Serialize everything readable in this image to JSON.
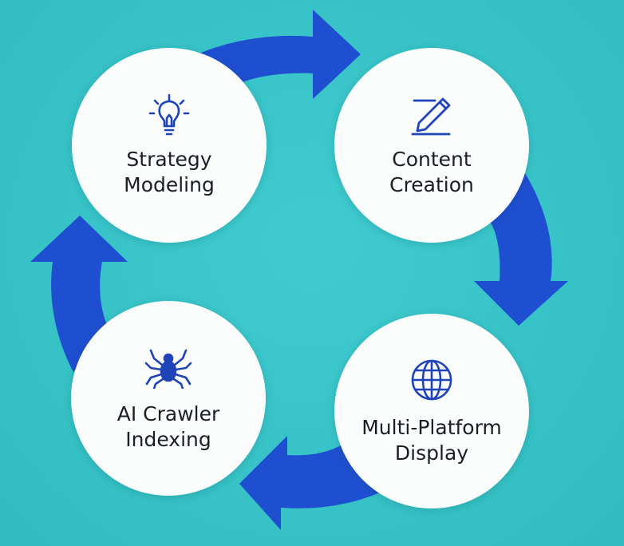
{
  "diagram": {
    "colors": {
      "background": "#38c4c8",
      "arrow": "#1f4fd1",
      "node_fill": "#fbfdfd",
      "icon": "#1f43b8",
      "text": "#1b1e24"
    },
    "nodes": [
      {
        "id": "strategy",
        "icon": "lightbulb-icon",
        "line1": "Strategy",
        "line2": "Modeling"
      },
      {
        "id": "content",
        "icon": "pencil-icon",
        "line1": "Content",
        "line2": "Creation"
      },
      {
        "id": "display",
        "icon": "globe-icon",
        "line1": "Multi-Platform",
        "line2": "Display"
      },
      {
        "id": "crawler",
        "icon": "spider-icon",
        "line1": "AI Crawler",
        "line2": "Indexing"
      }
    ],
    "flow": [
      {
        "from": "Strategy Modeling",
        "to": "Content Creation"
      },
      {
        "from": "Content Creation",
        "to": "Multi-Platform Display"
      },
      {
        "from": "Multi-Platform Display",
        "to": "AI Crawler Indexing"
      },
      {
        "from": "AI Crawler Indexing",
        "to": "Strategy Modeling"
      }
    ]
  }
}
